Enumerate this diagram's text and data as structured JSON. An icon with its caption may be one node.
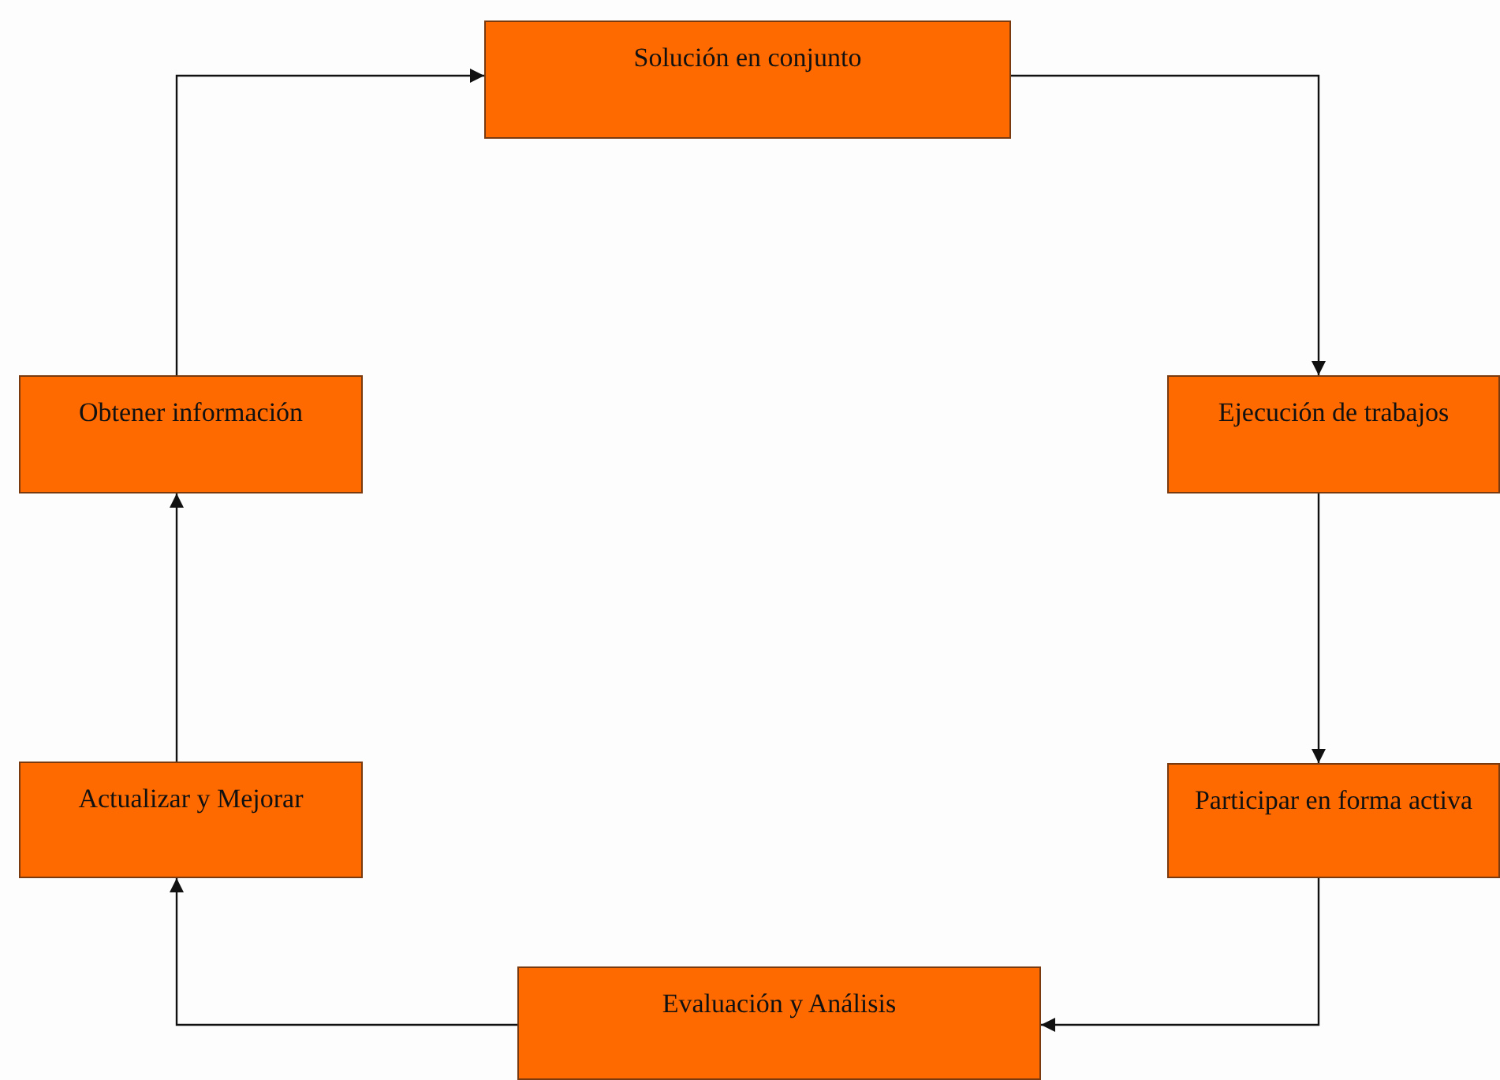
{
  "diagram": {
    "nodes": [
      {
        "text": [
          "Solución en conjunto"
        ]
      },
      {
        "text": [
          "Ejecución de trabajos"
        ]
      },
      {
        "text": [
          "Participar en forma activa"
        ]
      },
      {
        "text": [
          "Evaluación y Análisis"
        ]
      },
      {
        "text": [
          "Actualizar y Mejorar"
        ]
      },
      {
        "text": [
          "Obtener información"
        ]
      }
    ],
    "edges": [
      {
        "from": 0,
        "to": 1,
        "arrow": "to"
      },
      {
        "from": 1,
        "to": 2,
        "arrow": "to"
      },
      {
        "from": 2,
        "to": 3,
        "arrow": "to"
      },
      {
        "from": 3,
        "to": 4,
        "arrow": "to"
      },
      {
        "from": 4,
        "to": 5,
        "arrow": "to"
      },
      {
        "from": 5,
        "to": 0,
        "arrow": "to"
      }
    ]
  }
}
